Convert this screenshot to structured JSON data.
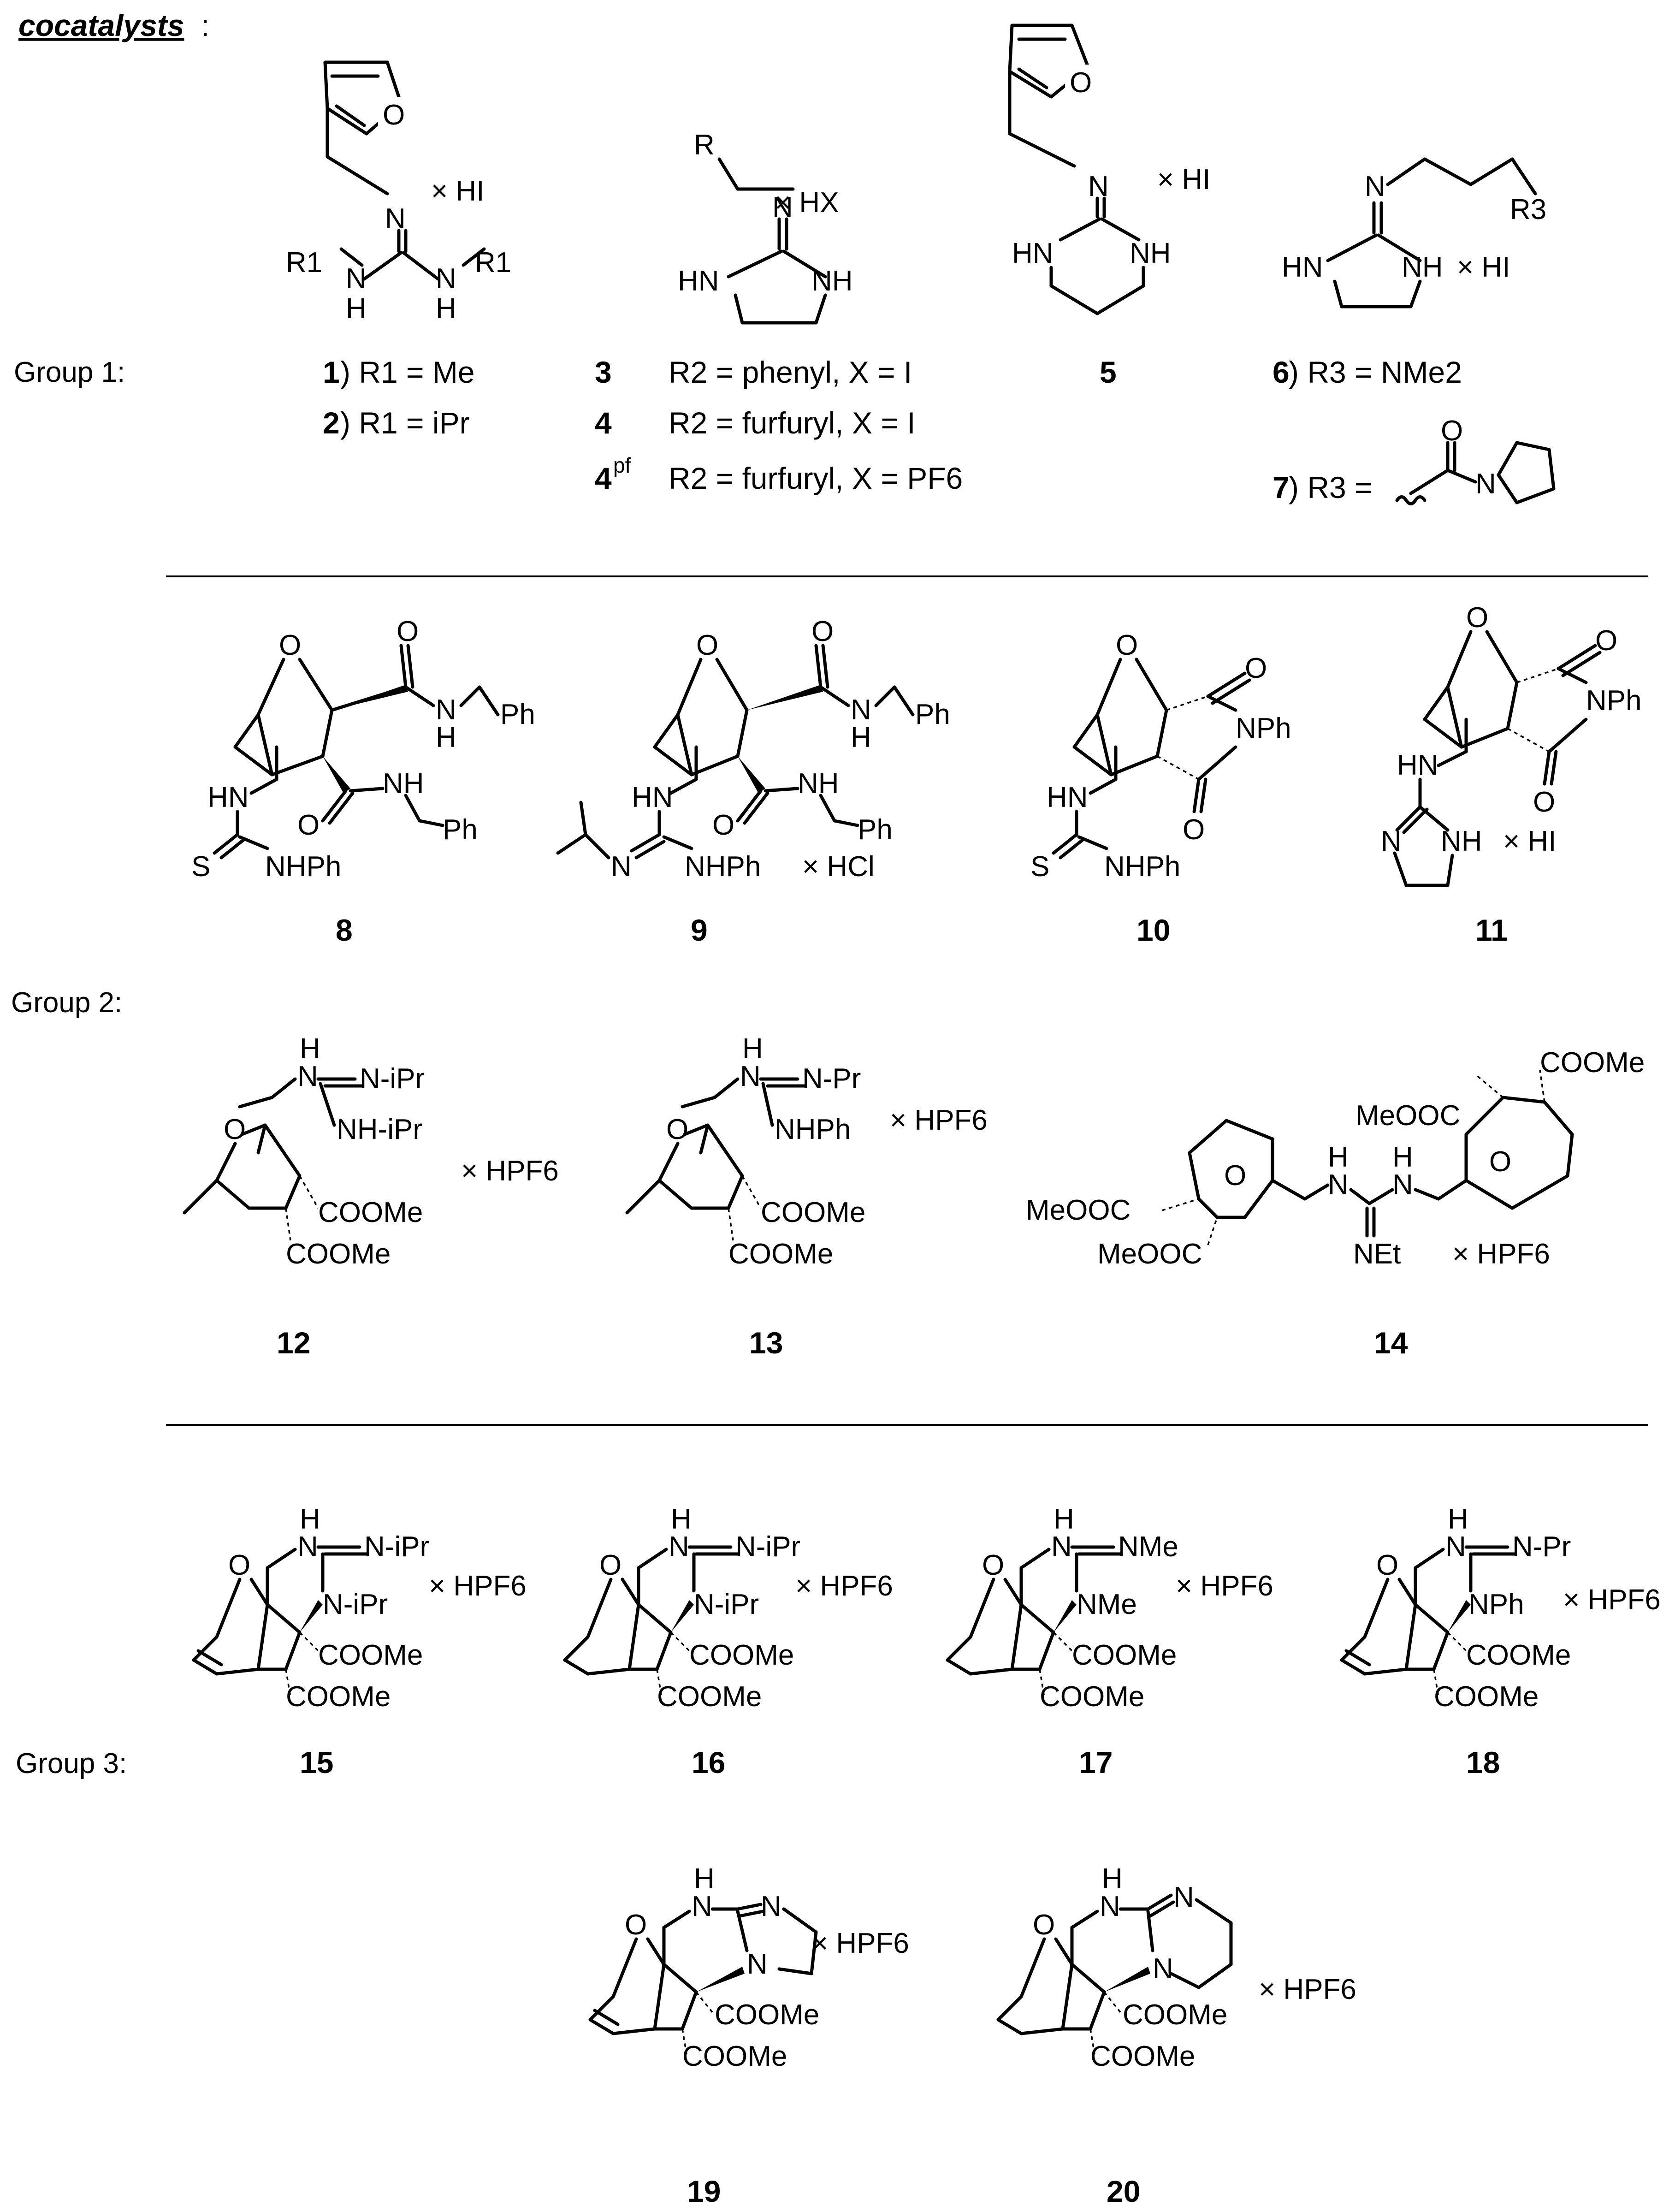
{
  "header": {
    "title": "cocatalysts",
    "colon": ":"
  },
  "groups": [
    "Group 1:",
    "Group 2:",
    "Group 3:"
  ],
  "numbers": {
    "c1": "1",
    "c2": "2",
    "c3": "3",
    "c4": "4",
    "c4pf": "4",
    "c4pf_sup": "pf",
    "c5": "5",
    "c6": "6",
    "c7": "7",
    "c8": "8",
    "c9": "9",
    "c10": "10",
    "c11": "11",
    "c12": "12",
    "c13": "13",
    "c14": "14",
    "c15": "15",
    "c16": "16",
    "c17": "17",
    "c18": "18",
    "c19": "19",
    "c20": "20"
  },
  "captions": {
    "c1": ") R1 = Me",
    "c2": ") R1 = iPr",
    "c3": "R2 = phenyl, X = I",
    "c4": "R2 = furfuryl, X = I",
    "c4pf": "R2 = furfuryl, X = PF6",
    "c6": ") R3 = NMe2",
    "c7": ") R3 ="
  },
  "salts": {
    "HI": "× HI",
    "HX": "× HX",
    "HCl": "× HCl",
    "HPF6": "× HPF6"
  },
  "atoms": {
    "O": "O",
    "N": "N",
    "NH": "NH",
    "HN": "HN",
    "H": "H",
    "S": "S",
    "R": "R",
    "R1": "R1",
    "R3": "R3",
    "Ph": "Ph",
    "NHPh": "NHPh",
    "NPh": "NPh",
    "NiPr": "N-iPr",
    "NHiPr": "NH-iPr",
    "NPr": "N-Pr",
    "NMe": "NMe",
    "NEt": "NEt",
    "COOMe": "COOMe",
    "MeOOC": "MeOOC"
  }
}
